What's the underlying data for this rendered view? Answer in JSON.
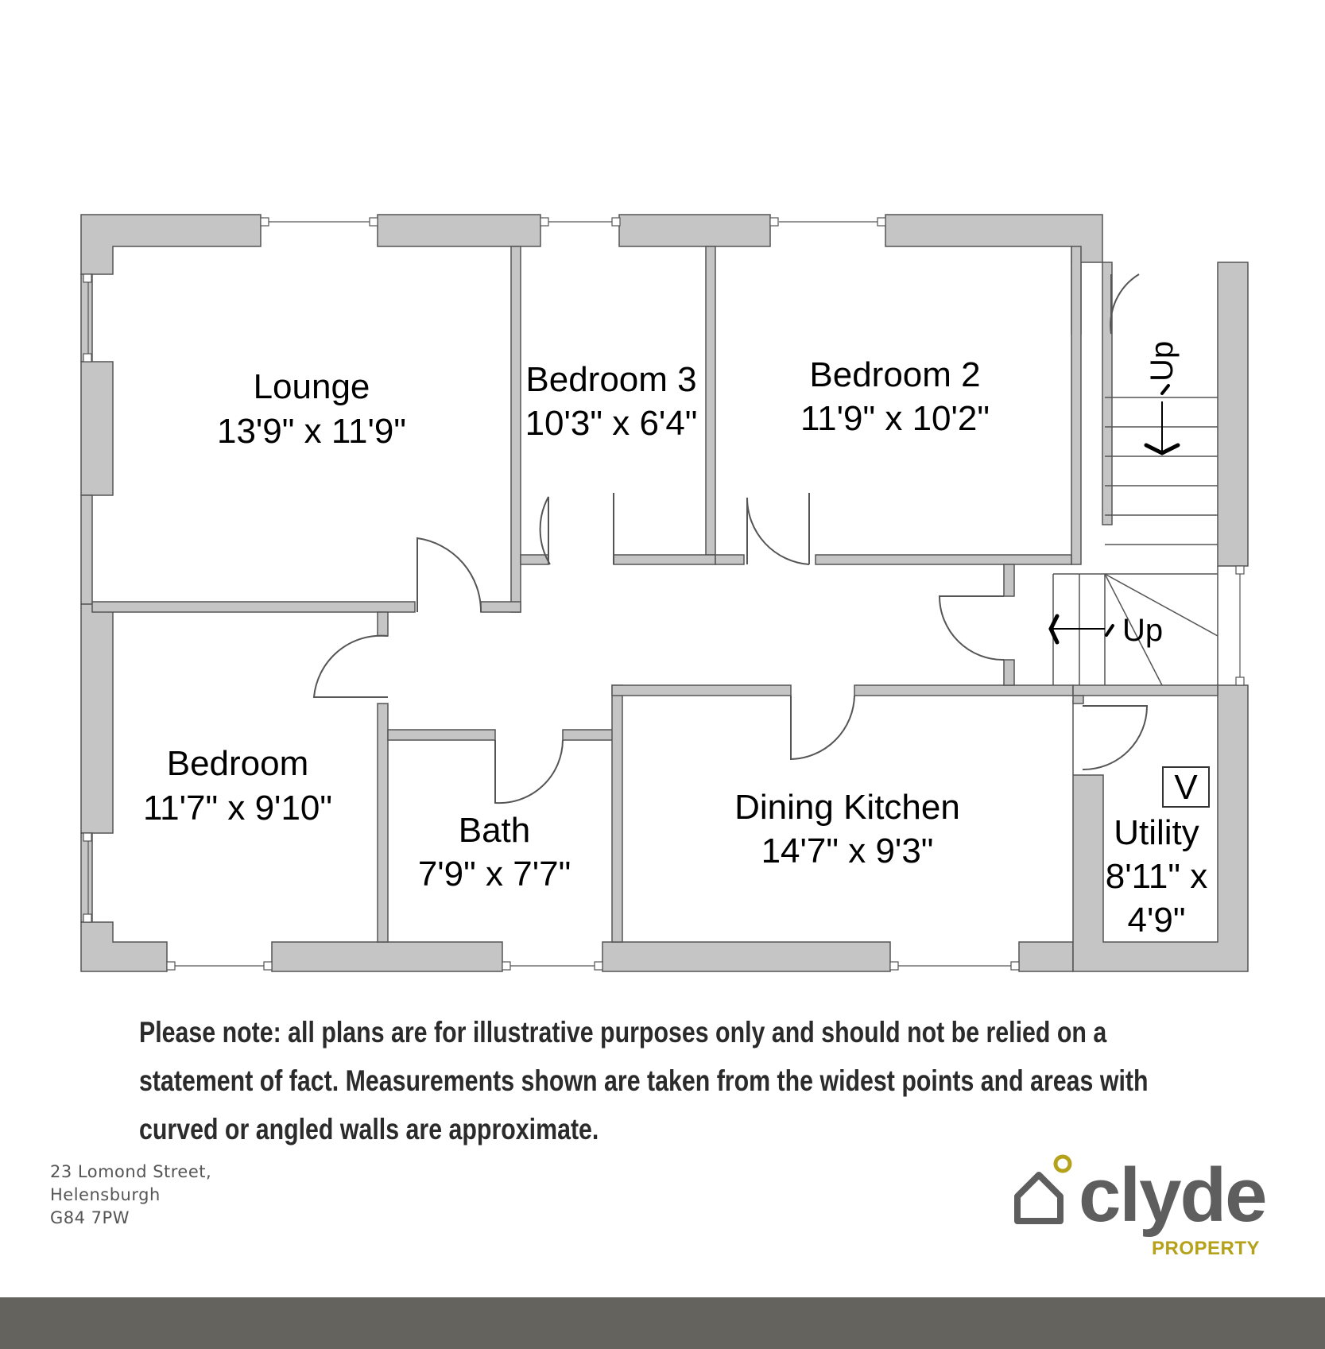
{
  "rooms": [
    {
      "name": "Lounge",
      "size": "13'9\" x 11'9\""
    },
    {
      "name": "Bedroom 3",
      "size": "10'3\" x 6'4\""
    },
    {
      "name": "Bedroom 2",
      "size": "11'9\" x 10'2\""
    },
    {
      "name": "Bedroom",
      "size": "11'7\" x 9'10\""
    },
    {
      "name": "Bath",
      "size": "7'9\" x 7'7\""
    },
    {
      "name": "Dining Kitchen",
      "size": "14'7\" x 9'3\""
    },
    {
      "name": "Utility",
      "size_line1": "8'11\" x",
      "size_line2": "4'9\""
    }
  ],
  "stairs": {
    "up_label_1": "Up",
    "up_label_2": "Up"
  },
  "fixture": {
    "label": "V"
  },
  "disclaimer": {
    "line1": "Please note: all plans are for illustrative purposes only and should not be relied on a",
    "line2": "statement of fact. Measurements shown are taken from the widest points and areas with",
    "line3": "curved or angled walls are approximate."
  },
  "address": {
    "line1": "23 Lomond Street,",
    "line2": "Helensburgh",
    "line3": "G84 7PW"
  },
  "brand": {
    "name": "clyde",
    "tagline": "PROPERTY"
  },
  "colors": {
    "wall": "#c5c5c5",
    "wall_outline": "#555555",
    "brand_gold": "#b5a21a",
    "brand_grey": "#5e5e5e",
    "footer": "#64635d"
  }
}
